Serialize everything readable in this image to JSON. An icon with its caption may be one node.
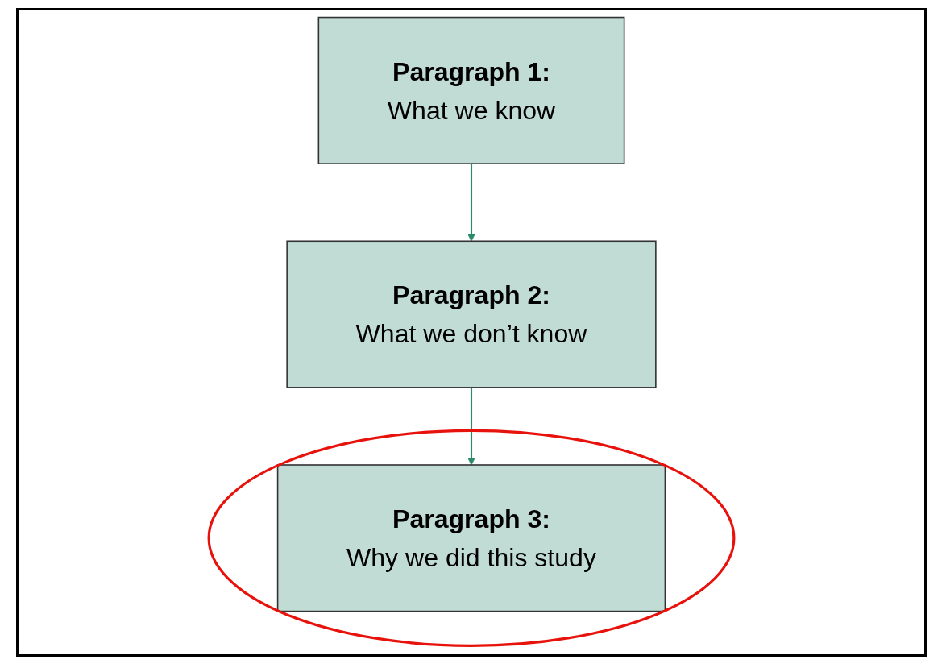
{
  "diagram": {
    "nodes": [
      {
        "text": [
          "Paragraph 1:",
          "What we know"
        ]
      },
      {
        "text": [
          "Paragraph 2:",
          "What we don’t know"
        ]
      },
      {
        "text": [
          "Paragraph 3:",
          "Why we did this study"
        ]
      }
    ],
    "edges": [
      {
        "from": 0,
        "to": 1,
        "arrow": "to"
      },
      {
        "from": 1,
        "to": 2,
        "arrow": "to"
      }
    ]
  }
}
